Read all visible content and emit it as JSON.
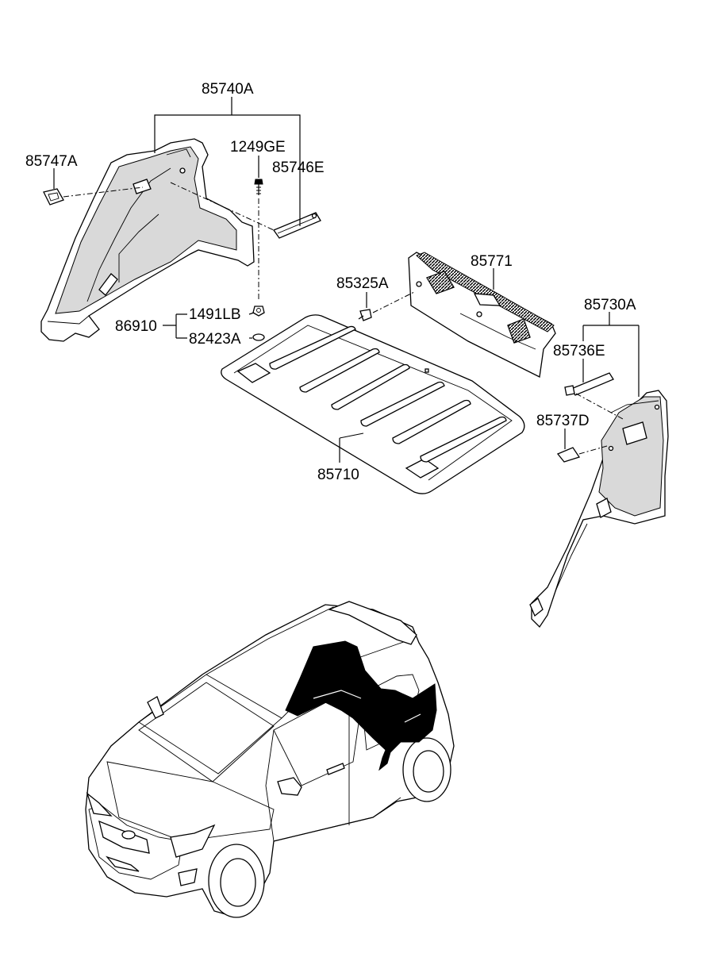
{
  "parts": {
    "p85740A": "85740A",
    "p85747A": "85747A",
    "p1249GE": "1249GE",
    "p85746E": "85746E",
    "p86910": "86910",
    "p1491LB": "1491LB",
    "p82423A": "82423A",
    "p85771": "85771",
    "p85325A": "85325A",
    "p85710": "85710",
    "p85730A": "85730A",
    "p85736E": "85736E",
    "p85737D": "85737D"
  }
}
